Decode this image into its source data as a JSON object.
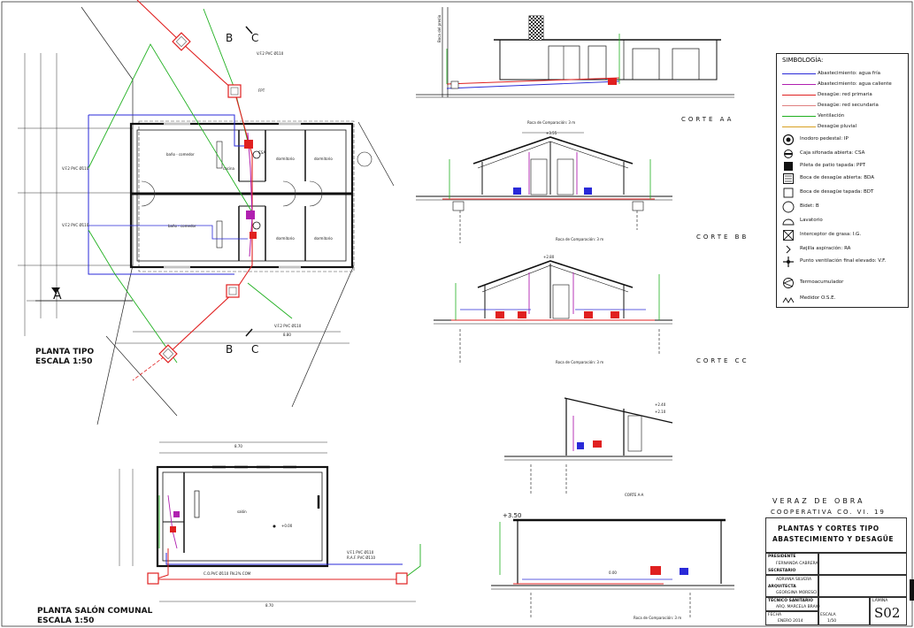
{
  "plan_tipo": {
    "title_line1": "PLANTA TIPO",
    "title_line2": "ESCALA 1:50",
    "marker_a": "A",
    "marker_b_top": "B",
    "marker_c_top": "C",
    "marker_b_bottom": "B",
    "marker_c_bottom": "C",
    "room_upper_left": "baño - comedor",
    "room_upper_bath": "cocina",
    "room_upper_mid": "dormitorio",
    "room_upper_right": "dormitorio",
    "room_lower_left": "baño - comedor",
    "room_lower_mid": "dormitorio",
    "room_lower_right": "dormitorio",
    "pipe_label_1": "V.F.2 PVC Ø110",
    "pipe_label_2": "V.F.2 PVC Ø110",
    "pipe_label_3": "V.F.2 PVC Ø110",
    "pipe_label_4": "V.F.2 PVC Ø110",
    "fpt_label": "FPT",
    "csa_label": "CSA",
    "dim_bottom": "8.80"
  },
  "plan_salon": {
    "title_line1": "PLANTA SALÓN COMUNAL",
    "title_line2": "ESCALA 1:50",
    "room_label": "salón",
    "pipe_label_1": "V.F.1 PVC Ø110",
    "pipe_label_2": "R.A.F. PVC Ø110",
    "pipe_label_3": "C.O.PVC Ø110 FN.2% COM",
    "level_mark": "+0.00",
    "dim_top": "8.70",
    "dim_bottom": "8.70"
  },
  "sections": {
    "aa_title": "CORTE AA",
    "bb_title": "CORTE BB",
    "cc_title": "CORTE CC",
    "dd_title": "CORTE A-A",
    "roca": "Roca de Comparación: 3 m",
    "level_350": "+3.50",
    "level_355": "+3.55",
    "level_280": "+2.80",
    "level_240": "+2.40",
    "level_210": "+2.10",
    "level_0": "0.00",
    "vertical_label": "Boca del predio"
  },
  "legend": {
    "title": "SIMBOLOGÍA:",
    "lines": [
      {
        "label": "Abastecimiento: agua fría",
        "color": "#2a2ad8"
      },
      {
        "label": "Abastecimiento: agua caliente",
        "color": "#b020b0"
      },
      {
        "label": "Desagüe: red primaria",
        "color": "#e02020"
      },
      {
        "label": "Desagüe: red secundaria",
        "color": "#e08080"
      },
      {
        "label": "Ventilación",
        "color": "#20b020"
      },
      {
        "label": "Desagüe pluvial",
        "color": "#d8a020"
      }
    ],
    "symbols": [
      {
        "label": "Inodoro pedestal: IP",
        "icon": "toilet-icon"
      },
      {
        "label": "Caja sifonada abierta: CSA",
        "icon": "siphon-box-icon"
      },
      {
        "label": "Pileta de patio tapada: PPT",
        "icon": "covered-sink-icon"
      },
      {
        "label": "Boca de desagüe abierta: BDA",
        "icon": "open-drain-icon"
      },
      {
        "label": "Boca de desagüe tapada: BDT",
        "icon": "covered-drain-icon"
      },
      {
        "label": "Bidet: B",
        "icon": "bidet-icon"
      },
      {
        "label": "Lavatorio",
        "icon": "washbasin-icon"
      },
      {
        "label": "Interceptor de grasa: I.G.",
        "icon": "grease-trap-icon"
      },
      {
        "label": "Rejilla aspiración: RA",
        "icon": "grille-icon"
      },
      {
        "label": "Punto ventilación final elevado: V.F.",
        "icon": "vent-point-icon"
      },
      {
        "label": "Termoacumulador",
        "icon": "water-heater-icon"
      },
      {
        "label": "Medidor O.S.E.",
        "icon": "meter-icon"
      }
    ]
  },
  "title_block": {
    "company_line1": "VERAZ DE OBRA",
    "company_line2": "COOPERATIVA CO. VI. 19",
    "sheet_title_1": "PLANTAS Y CORTES TIPO",
    "sheet_title_2": "ABASTECIMIENTO Y DESAGÜE",
    "role_1": "PRESIDENTE",
    "name_1": "FERNANDA CABRERA",
    "role_2": "SECRETARIO",
    "name_2": "ADRIANA SILVERA",
    "role_3": "ARQUITECTA",
    "name_3": "GEORGINA MORESCI",
    "role_4": "TÉCNICO SANITARIO",
    "name_4": "ARQ. MARCELA BRAIO",
    "date_label": "FECHA",
    "date_value": "ENERO 2014",
    "scale_label": "ESCALA",
    "scale_value": "1/50",
    "sheet_label": "LÁMINA",
    "sheet_number": "S02"
  },
  "colors": {
    "cold_water": "#2a2ad8",
    "hot_water": "#b020b0",
    "primary_drain": "#e02020",
    "secondary_drain": "#e08080",
    "ventilation": "#20b020",
    "storm_drain": "#d8a020"
  }
}
